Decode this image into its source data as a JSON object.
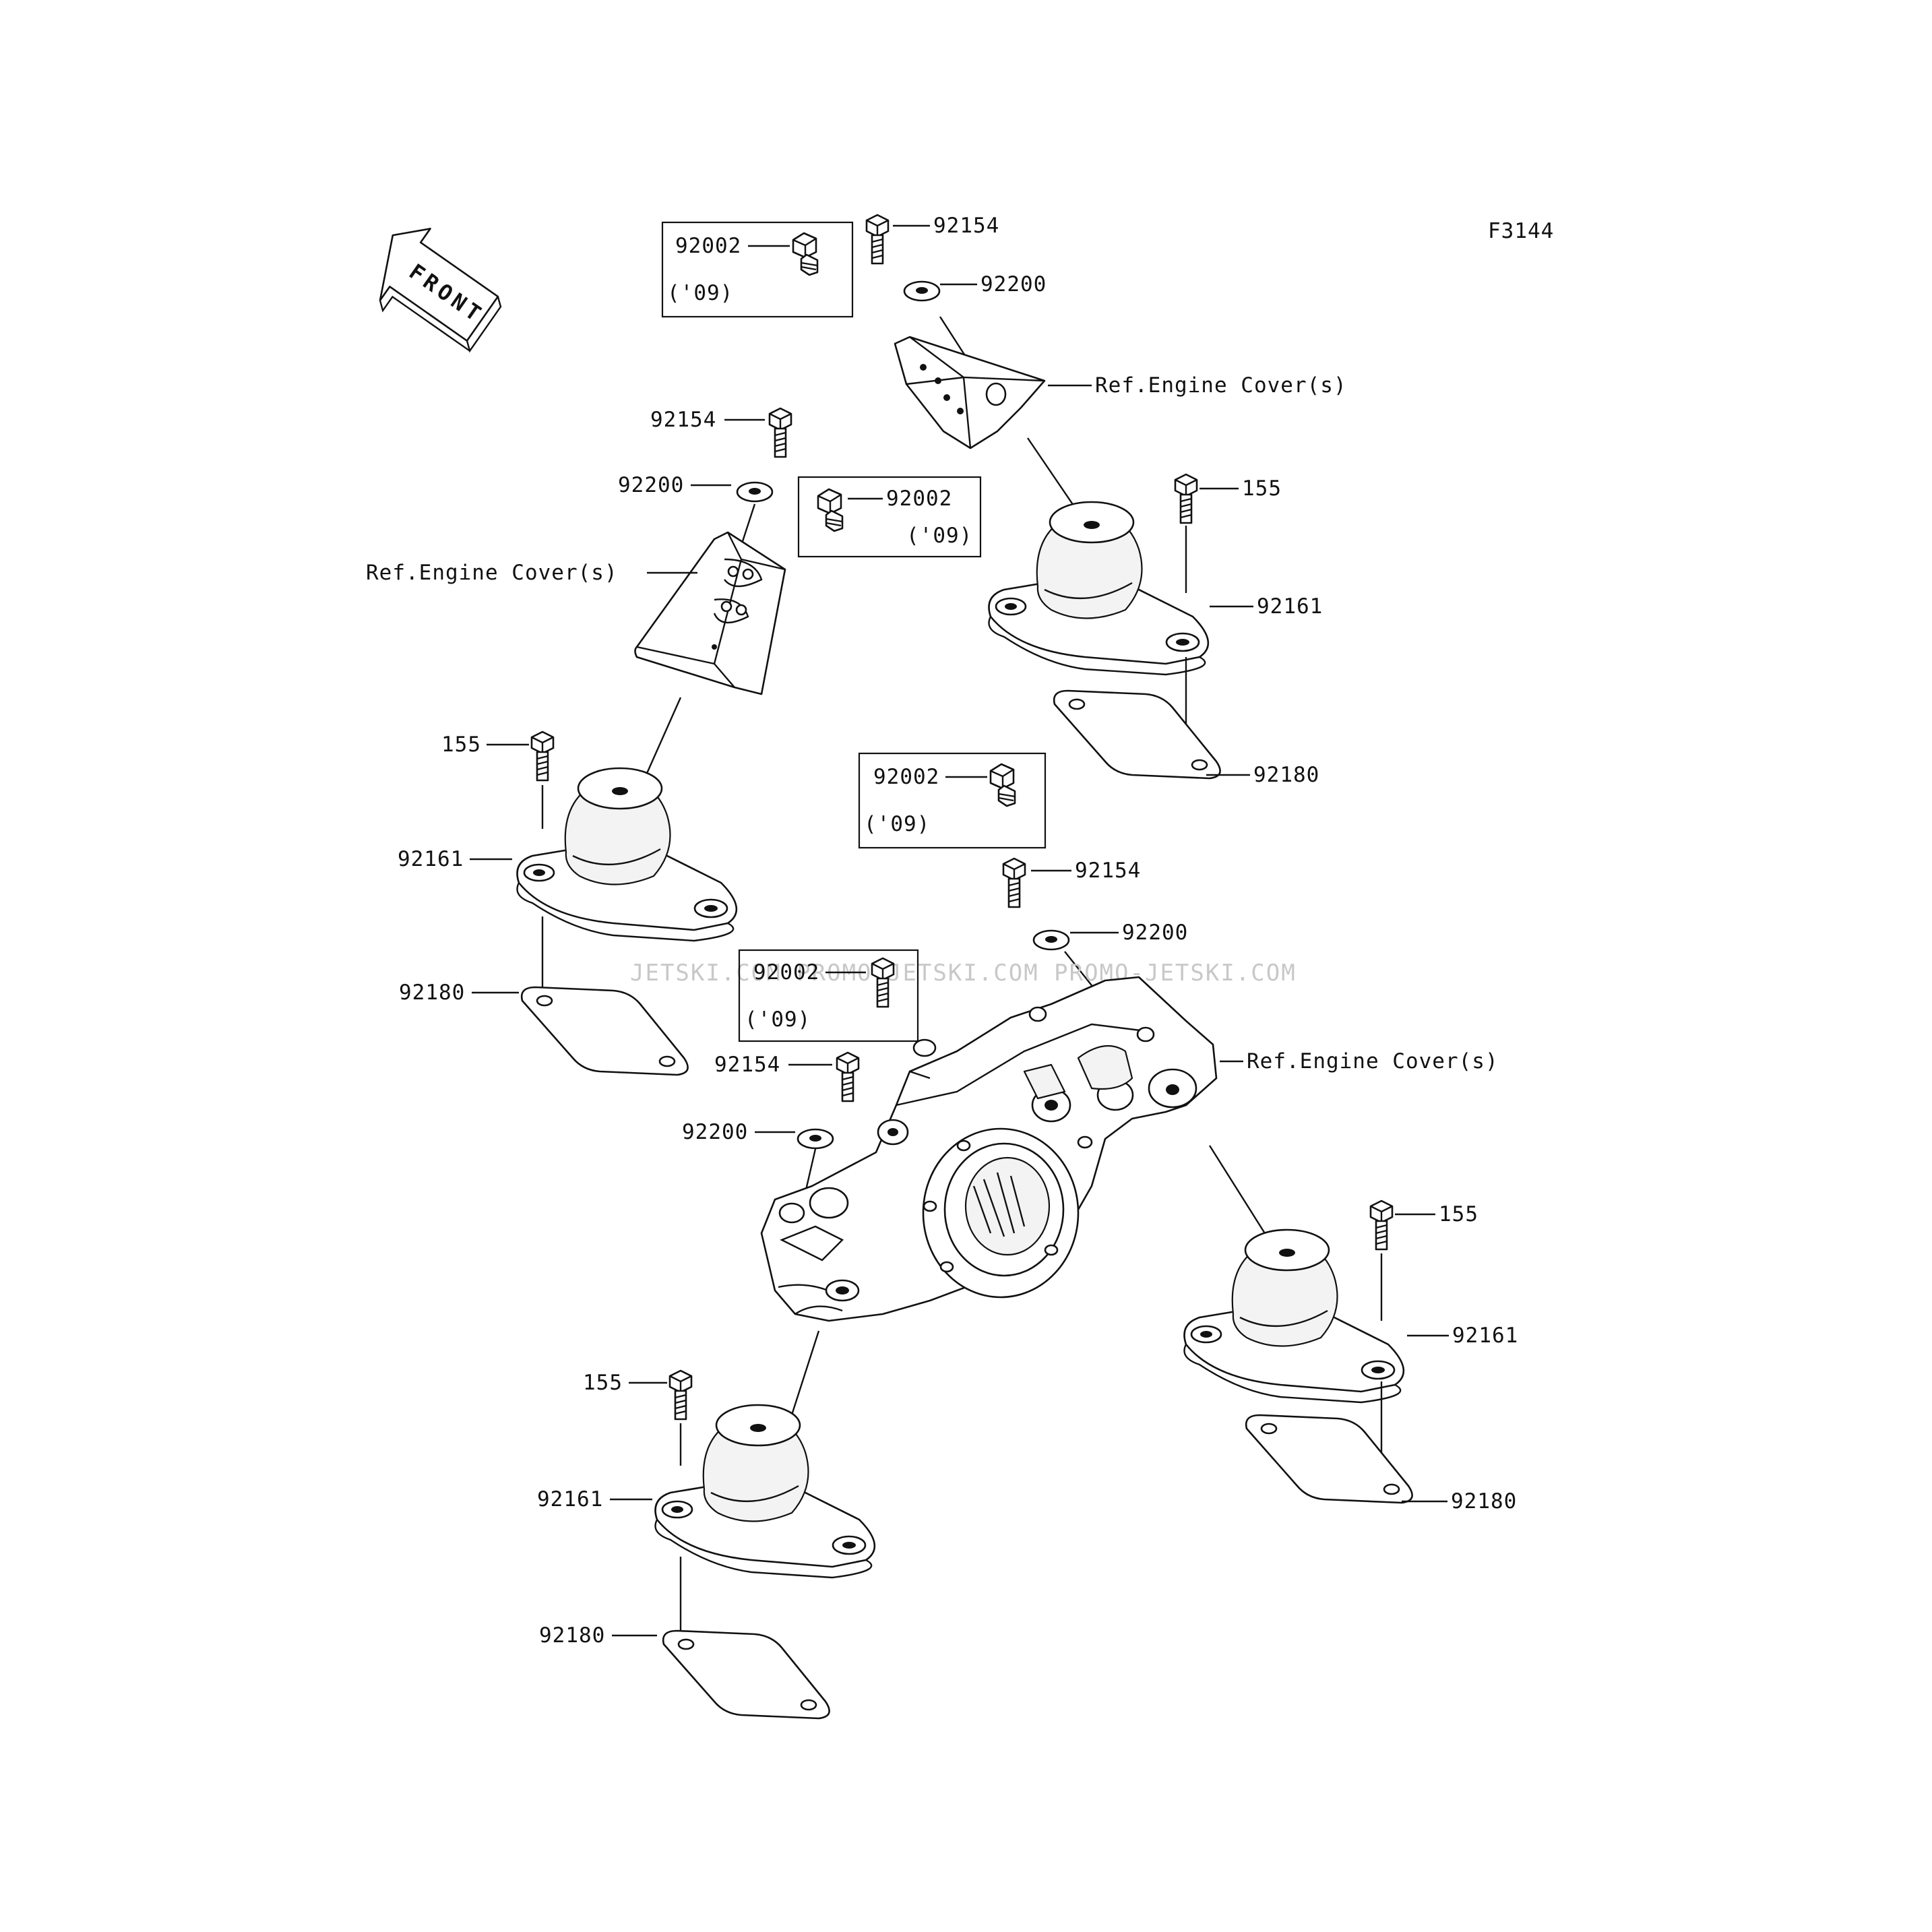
{
  "figure_code": "F3144",
  "front_label": "FRONT",
  "watermark": "JETSKI.COM  PROMO-JETSKI.COM  PROMO-JETSKI.COM",
  "callouts": {
    "top_bracket": {
      "bolt": "92154",
      "washer": "92200",
      "ref": "Ref.Engine Cover(s)",
      "option_part": "92002",
      "option_year": "('09)"
    },
    "left_bracket": {
      "bolt": "92154",
      "washer": "92200",
      "ref": "Ref.Engine Cover(s)",
      "option_part": "92002",
      "option_year": "('09)"
    },
    "right_upper_mount": {
      "bolt": "155",
      "mount": "92161",
      "plate": "92180"
    },
    "left_upper_mount": {
      "bolt": "155",
      "mount": "92161",
      "plate": "92180"
    },
    "center": {
      "option_part": "92002",
      "option_year": "('09)",
      "bolt": "92154",
      "washer": "92200",
      "ref": "Ref.Engine Cover(s)"
    },
    "lower_center": {
      "option_part": "92002",
      "option_year": "('09)",
      "bolt": "92154",
      "washer": "92200"
    },
    "right_lower_mount": {
      "bolt": "155",
      "mount": "92161",
      "plate": "92180"
    },
    "bottom_mount": {
      "bolt": "155",
      "mount": "92161",
      "plate": "92180"
    }
  }
}
